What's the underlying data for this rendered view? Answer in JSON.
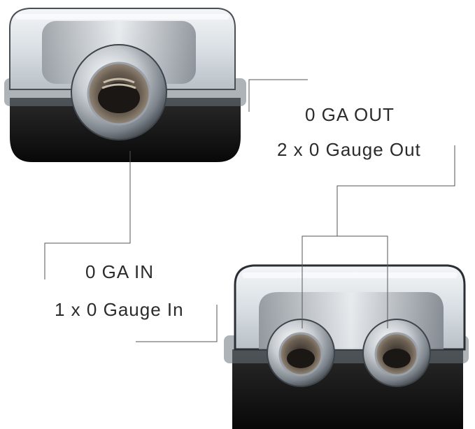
{
  "out_label": {
    "title": "0 GA OUT",
    "subtitle": "2 x 0 Gauge Out"
  },
  "in_label": {
    "title": "0 GA IN",
    "subtitle": "1 x 0 Gauge In"
  },
  "colors": {
    "housing_black": "#111111",
    "clear_cover": "#dfe5ea",
    "chrome": "#c9cdd2",
    "leader_line": "#555555",
    "text": "#2b2b2b"
  }
}
